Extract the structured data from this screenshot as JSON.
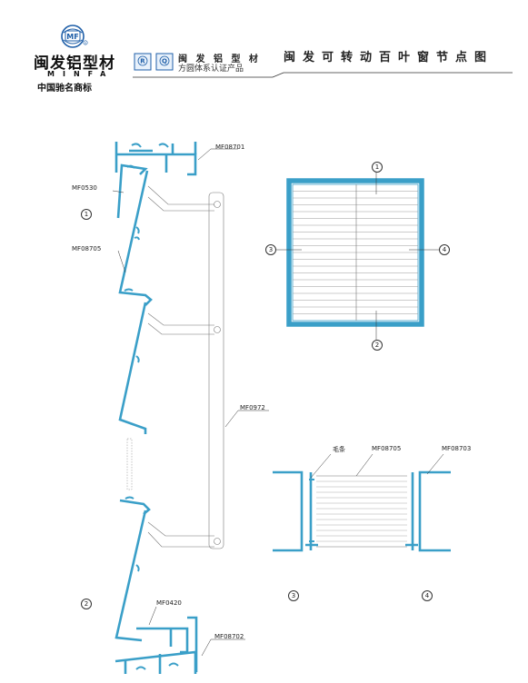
{
  "header": {
    "brand_name": "闽发铝型材",
    "brand_en": "MINFA",
    "brand_subtitle": "中国驰名商标",
    "logo_mark": "MF",
    "cert_badges": [
      "R",
      "Q"
    ],
    "cert_title": "闽 发 铝 型 材",
    "cert_subtitle": "方圆体系认证产品",
    "title": "闽发可转动百叶窗节点图",
    "colors": {
      "profile": "#3a9fc8",
      "line": "#555555",
      "text": "#222222"
    }
  },
  "section_view": {
    "labels": {
      "top_frame": "MF08701",
      "upper_sash": "MF0530",
      "blade": "MF08705",
      "link_bar": "MF0972",
      "lower_sash": "MF0420",
      "bottom_frame": "MF08702"
    },
    "markers": [
      "1",
      "2"
    ]
  },
  "elevation_view": {
    "markers": [
      "1",
      "2",
      "3",
      "4"
    ]
  },
  "plan_view": {
    "labels": {
      "seal": "毛条",
      "blade": "MF08705",
      "side_frame": "MF08703"
    },
    "markers": [
      "3",
      "4"
    ]
  }
}
